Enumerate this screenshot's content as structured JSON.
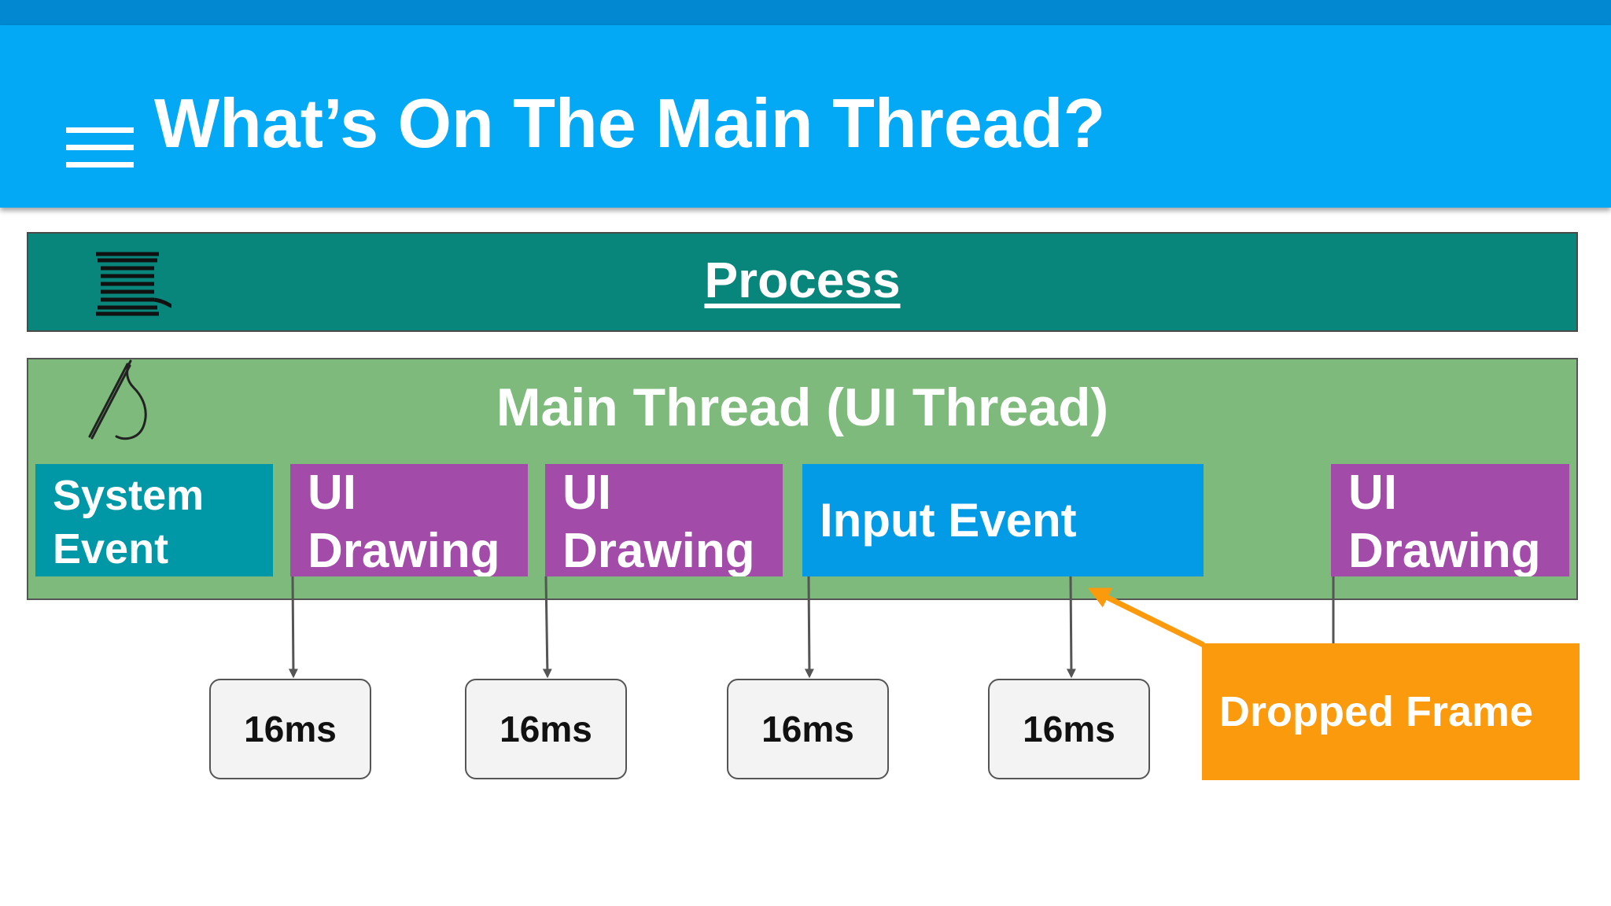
{
  "header": {
    "title": "What’s On The Main Thread?",
    "menu_icon": "menu-icon"
  },
  "process": {
    "label": "Process",
    "icon": "spool-icon"
  },
  "main_thread": {
    "label": "Main Thread (UI Thread)",
    "icon": "needle-icon",
    "blocks": [
      {
        "label": "System\nEvent",
        "color": "#0097a7"
      },
      {
        "label": "UI\nDrawing",
        "color": "#a24ba9"
      },
      {
        "label": "UI\nDrawing",
        "color": "#a24ba9"
      },
      {
        "label": "Input Event",
        "color": "#039be5"
      },
      {
        "label": "UI\nDrawing",
        "color": "#a24ba9"
      }
    ]
  },
  "frames": [
    "16ms",
    "16ms",
    "16ms",
    "16ms"
  ],
  "callout": {
    "label": "Dropped Frame",
    "color": "#fb9a0c"
  },
  "colors": {
    "header": "#03a9f4",
    "process": "#08867c",
    "thread": "#7dba7b"
  }
}
